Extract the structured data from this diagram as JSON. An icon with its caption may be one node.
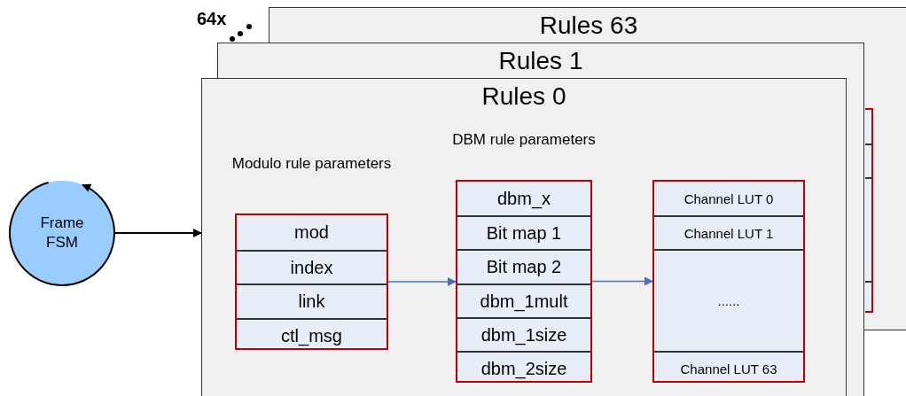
{
  "diagram": {
    "nodes": [
      {
        "text": [
          "Rules 63"
        ]
      },
      {
        "text": [
          "Rules 1"
        ]
      },
      {
        "text": [
          "Rules 0"
        ]
      },
      {
        "text": [
          "Frame FSM"
        ]
      },
      {
        "text": [
          "Modulo rule parameters"
        ],
        "in": 2
      },
      {
        "text": [
          "mod"
        ],
        "in": 4
      },
      {
        "text": [
          "index"
        ],
        "in": 4
      },
      {
        "text": [
          "link"
        ],
        "in": 4
      },
      {
        "text": [
          "ctl_msg"
        ],
        "in": 4
      },
      {
        "text": [
          "DBM rule parameters"
        ],
        "in": 2
      },
      {
        "text": [
          "dbm_x"
        ],
        "in": 9
      },
      {
        "text": [
          "Bit map 1"
        ],
        "in": 9
      },
      {
        "text": [
          "Bit map 2"
        ],
        "in": 9
      },
      {
        "text": [
          "dbm_1mult"
        ],
        "in": 9
      },
      {
        "text": [
          "dbm_1size"
        ],
        "in": 9
      },
      {
        "text": [
          "dbm_2size"
        ],
        "in": 9
      },
      {
        "text": [],
        "shape": "box",
        "in": 2
      },
      {
        "text": [
          "Channel LUT 0"
        ],
        "in": 16
      },
      {
        "text": [
          "Channel LUT 1"
        ],
        "in": 16
      },
      {
        "text": [
          "......"
        ],
        "in": 16
      },
      {
        "text": [
          "Channel LUT 63"
        ],
        "in": 16
      },
      {
        "text": [],
        "shape": "box"
      }
    ],
    "edges": [
      {
        "from": 3,
        "to": 2,
        "arrow": "to",
        "color": "#000000"
      },
      {
        "from": 4,
        "to": 9,
        "arrow": "to",
        "color": "#4472c4"
      },
      {
        "from": 9,
        "to": 16,
        "arrow": "to",
        "color": "#4472c4"
      }
    ],
    "labels": [
      "64x"
    ]
  }
}
